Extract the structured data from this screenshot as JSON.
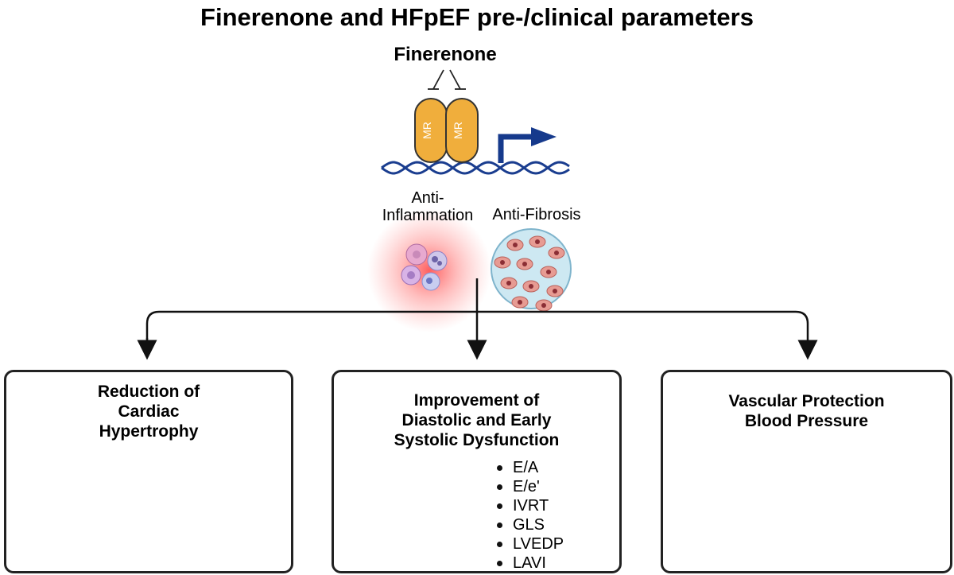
{
  "title": "Finerenone and HFpEF pre-/clinical parameters",
  "drug_label": "Finerenone",
  "receptor": {
    "label": "MR"
  },
  "effects": {
    "anti_inflammation": [
      "Anti-",
      "Inflammation"
    ],
    "anti_fibrosis": "Anti-Fibrosis"
  },
  "panels": [
    {
      "title_lines": [
        "Reduction of",
        "Cardiac",
        "Hypertrophy"
      ]
    },
    {
      "title_lines": [
        "Improvement of",
        "Diastolic and Early",
        "Systolic Dysfunction"
      ],
      "metrics": [
        "E/A",
        "E/e'",
        "IVRT",
        "GLS",
        "LVEDP",
        "LAVI"
      ]
    },
    {
      "title_lines": [
        "Vascular Protection",
        "Blood Pressure"
      ]
    }
  ],
  "colors": {
    "receptor_fill": "#F0AE3C",
    "dna_strand": "#1A3D8F",
    "transcription_arrow": "#163A8C",
    "inflammation_glow": "#FF3B3B",
    "heart_red": "#C8383A",
    "artery_red": "#D33A3A",
    "vein_blue": "#2D6FB8",
    "cuff": "#2F3E55"
  }
}
